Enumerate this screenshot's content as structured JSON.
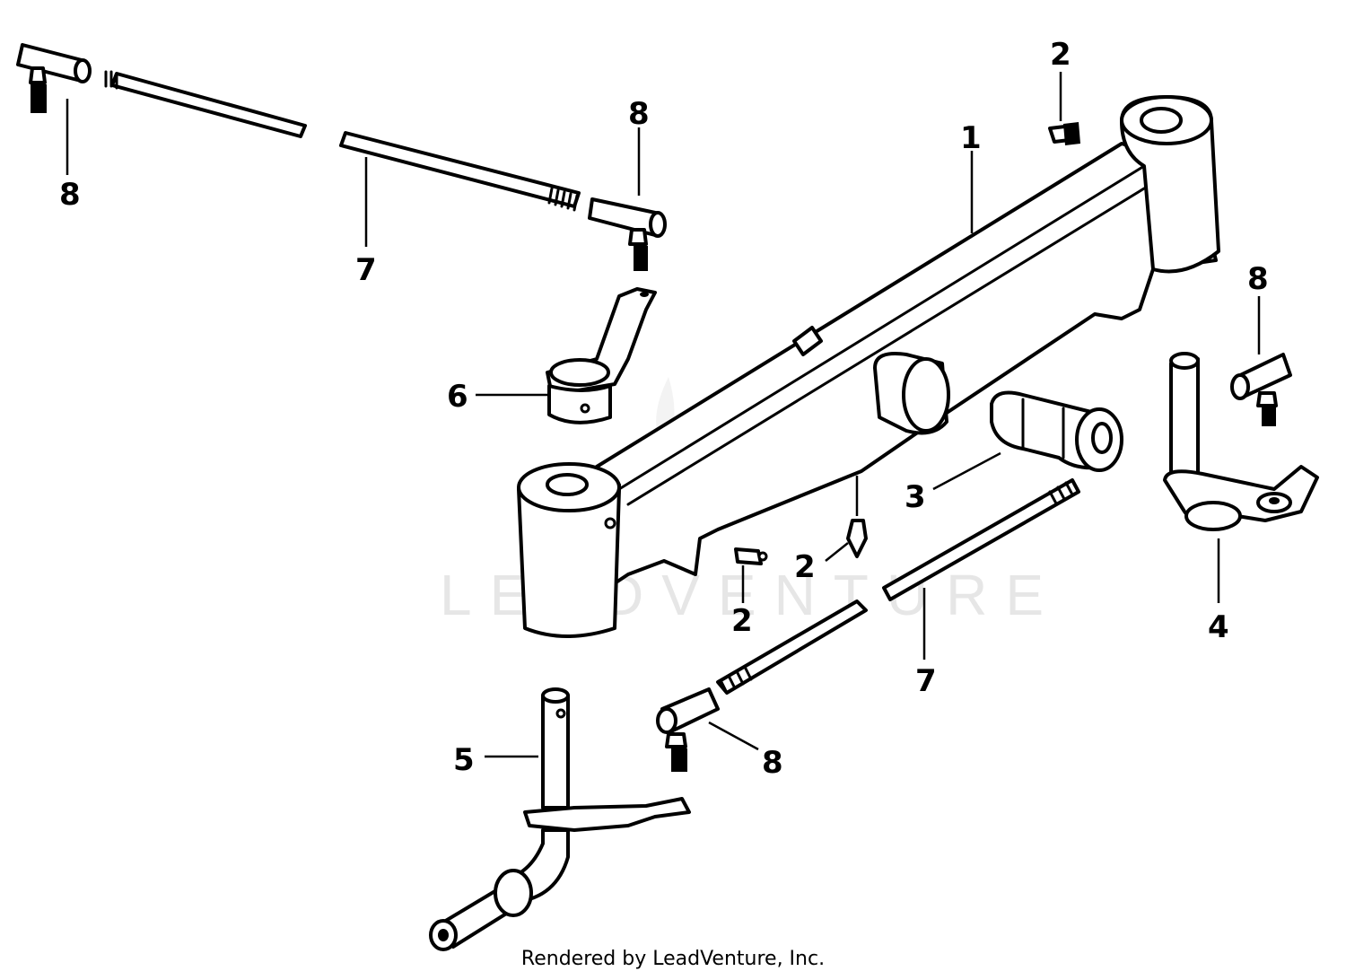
{
  "callouts": {
    "frame": "1",
    "fitting": "2",
    "bushing": "3",
    "spindle_right": "4",
    "spindle_left": "5",
    "steering_arm": "6",
    "tie_rod": "7",
    "ball_joint": "8"
  },
  "watermark": "LEADVENTURE",
  "footer": "Rendered by LeadVenture, Inc."
}
